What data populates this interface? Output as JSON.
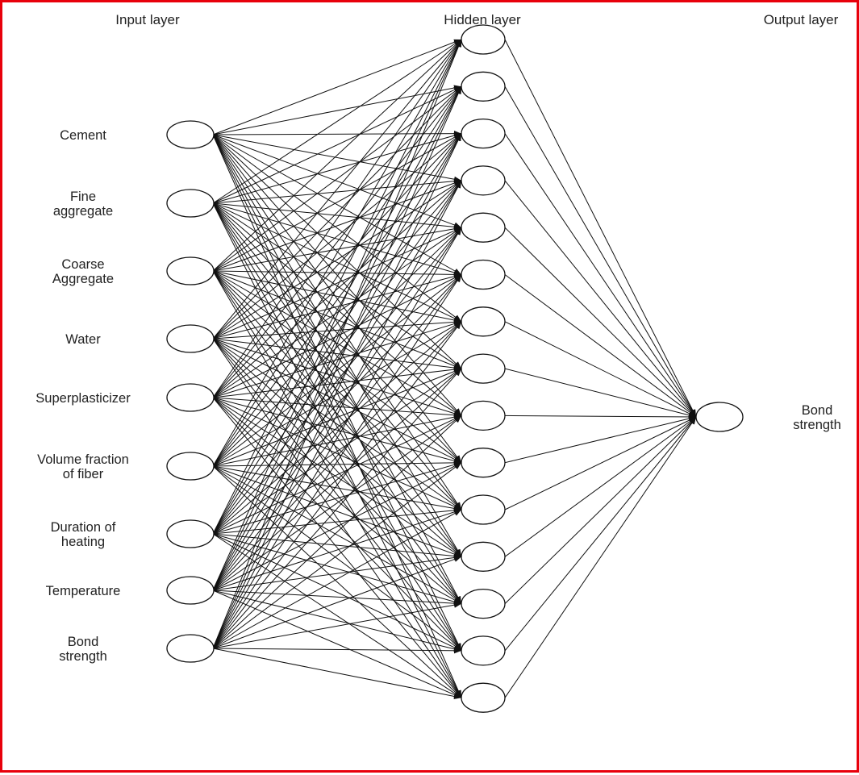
{
  "layers": {
    "input_title": "Input layer",
    "hidden_title": "Hidden layer",
    "output_title": "Output layer"
  },
  "inputs": [
    {
      "lines": [
        "Cement"
      ]
    },
    {
      "lines": [
        "Fine",
        "aggregate"
      ]
    },
    {
      "lines": [
        "Coarse",
        "Aggregate"
      ]
    },
    {
      "lines": [
        "Water"
      ]
    },
    {
      "lines": [
        "Superplasticizer"
      ]
    },
    {
      "lines": [
        "Volume fraction",
        "of fiber"
      ]
    },
    {
      "lines": [
        "Duration of",
        "heating"
      ]
    },
    {
      "lines": [
        "Temperature"
      ]
    },
    {
      "lines": [
        "Bond",
        "strength"
      ]
    }
  ],
  "hidden_count": 15,
  "output": {
    "lines": [
      "Bond",
      "strength"
    ]
  },
  "colors": {
    "frame_border": "#e8000b",
    "line": "#111111",
    "text": "#222222"
  }
}
